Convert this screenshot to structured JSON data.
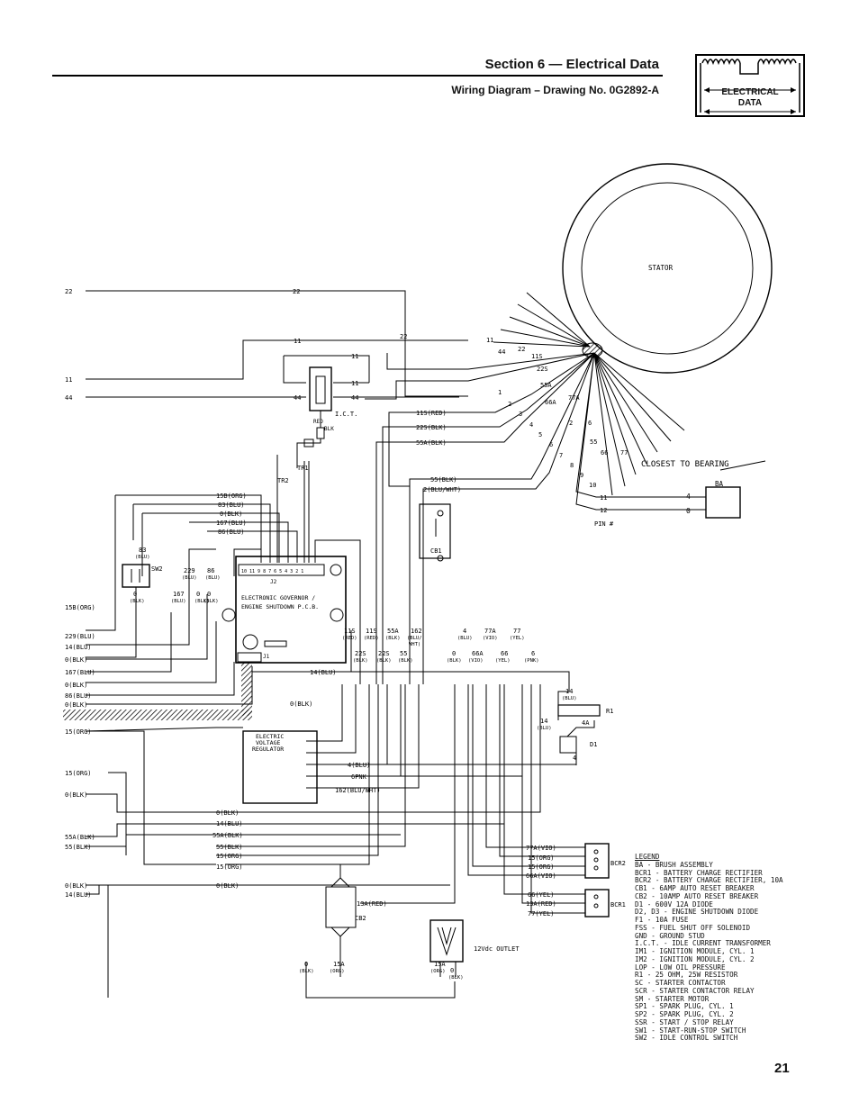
{
  "header": {
    "section_title": "Section 6 — Electrical Data",
    "subtitle": "Wiring Diagram – Drawing No. 0G2892-A",
    "logo_text_line1": "ELECTRICAL",
    "logo_text_line2": "DATA"
  },
  "page_number": "21",
  "diagram_labels": {
    "stator": "STATOR",
    "closest_to_bearing": "CLOSEST TO BEARING",
    "ba": "BA",
    "pin": "PIN #",
    "pin_4": "4",
    "pin_0": "0",
    "ict": "I.C.T.",
    "red": "RED",
    "blk": "BLK",
    "tr2": "TR2",
    "tr1": "TR1",
    "sw2": "SW2",
    "cb1": "CB1",
    "cb2": "CB2",
    "j1": "J1",
    "j2": "J2",
    "pcb_line1": "ELECTRONIC GOVERNOR /",
    "pcb_line2": "ENGINE SHUTDOWN P.C.B.",
    "pcb_pins": "10 11 9 8 7 6 5 4 3 2 1",
    "evr_line1": "ELECTRIC",
    "evr_line2": "VOLTAGE",
    "evr_line3": "REGULATOR",
    "r1": "R1",
    "d1": "D1",
    "bcr1": "BCR1",
    "bcr2": "BCR2",
    "outlet": "12Vdc OUTLET"
  },
  "wire_labels": {
    "left": [
      "22",
      "11",
      "44",
      "15B(ORG)",
      "229(BLU)",
      "14(BLU)",
      "0(BLK)",
      "167(BLU)",
      "0(BLK)",
      "86(BLU)",
      "0(BLK)",
      "15(ORG)",
      "15(ORG)",
      "0(BLK)",
      "55A(BLK)",
      "55(BLK)",
      "0(BLK)",
      "14(BLU)"
    ],
    "stator_leads": [
      "11",
      "44",
      "22",
      "11S",
      "22S",
      "55A",
      "77A",
      "66A",
      "2",
      "6",
      "55",
      "66",
      "77"
    ],
    "numbers": [
      "1",
      "2",
      "3",
      "4",
      "5",
      "6",
      "7",
      "8",
      "9",
      "10"
    ],
    "upper": [
      "11",
      "11",
      "11",
      "44",
      "44",
      "22",
      "22",
      "11S(RED)",
      "22S(BLK)",
      "55A(BLK)",
      "55(BLK)",
      "2(BLU/WHT)",
      "11",
      "12",
      "15B(ORG)",
      "83(BLU)",
      "0(BLK)",
      "167(BLU)",
      "86(BLU)"
    ],
    "pcb_out": [
      "11S",
      "(RED)",
      "11S",
      "(RED)",
      "55A",
      "(BLK)",
      "162",
      "(BLU/",
      "WHT)",
      "22S",
      "(BLK)",
      "22S",
      "(BLK)",
      "55",
      "(BLK)",
      "4",
      "(BLU)",
      "77A",
      "(VIO)",
      "77",
      "(YEL)",
      "0",
      "(BLK)",
      "66A",
      "(VIO)",
      "66",
      "(YEL)",
      "6",
      "(PNK)"
    ],
    "mid": [
      "14(BLU)",
      "0(BLK)",
      "4(BLU)",
      "6PNK",
      "162(BLU/WHT)",
      "0(BLK)",
      "14(BLU)",
      "55A(BLK)",
      "55(BLK)",
      "15(ORG)",
      "15(ORG)",
      "0(BLK)",
      "13A(RED)",
      "14",
      "(BLU)",
      "14",
      "(BLU)",
      "4A",
      "4"
    ],
    "bcr": [
      "77A(VIO)",
      "15(ORG)",
      "15(ORG)",
      "66A(VIO)",
      "66(YEL)",
      "13A(RED)",
      "77(YEL)"
    ],
    "bottom": [
      "0",
      "(BLK)",
      "15A",
      "(ORG)",
      "15A",
      "(ORG)",
      "0",
      "(BLK)"
    ],
    "sw_wires": [
      "83",
      "(BLU)",
      "0",
      "(BLK)",
      "229",
      "(BLU)",
      "0",
      "(BLK)",
      "86",
      "(BLU)",
      "167",
      "(BLU)",
      "0",
      "(BLK)"
    ]
  },
  "legend": {
    "title": "LEGEND",
    "items": [
      "BA - BRUSH ASSEMBLY",
      "BCR1 - BATTERY CHARGE RECTIFIER",
      "BCR2 - BATTERY CHARGE RECTIFIER, 10A",
      "CB1 - 6AMP AUTO RESET BREAKER",
      "CB2 - 10AMP AUTO RESET BREAKER",
      "D1 - 600V 12A DIODE",
      "D2, D3 - ENGINE SHUTDOWN DIODE",
      "F1 - 10A FUSE",
      "FSS - FUEL SHUT OFF SOLENOID",
      "GND - GROUND STUD",
      "I.C.T. - IDLE CURRENT TRANSFORMER",
      "IM1 - IGNITION MODULE, CYL. 1",
      "IM2 - IGNITION MODULE, CYL. 2",
      "LOP - LOW OIL PRESSURE",
      "R1 - 25 OHM, 25W RESISTOR",
      "SC - STARTER CONTACTOR",
      "SCR - STARTER CONTACTOR RELAY",
      "SM - STARTER MOTOR",
      "SP1 - SPARK PLUG, CYL. 1",
      "SP2 - SPARK PLUG, CYL. 2",
      "SSR - START / STOP RELAY",
      "SW1 - START-RUN-STOP SWITCH",
      "SW2 - IDLE CONTROL SWITCH"
    ]
  }
}
